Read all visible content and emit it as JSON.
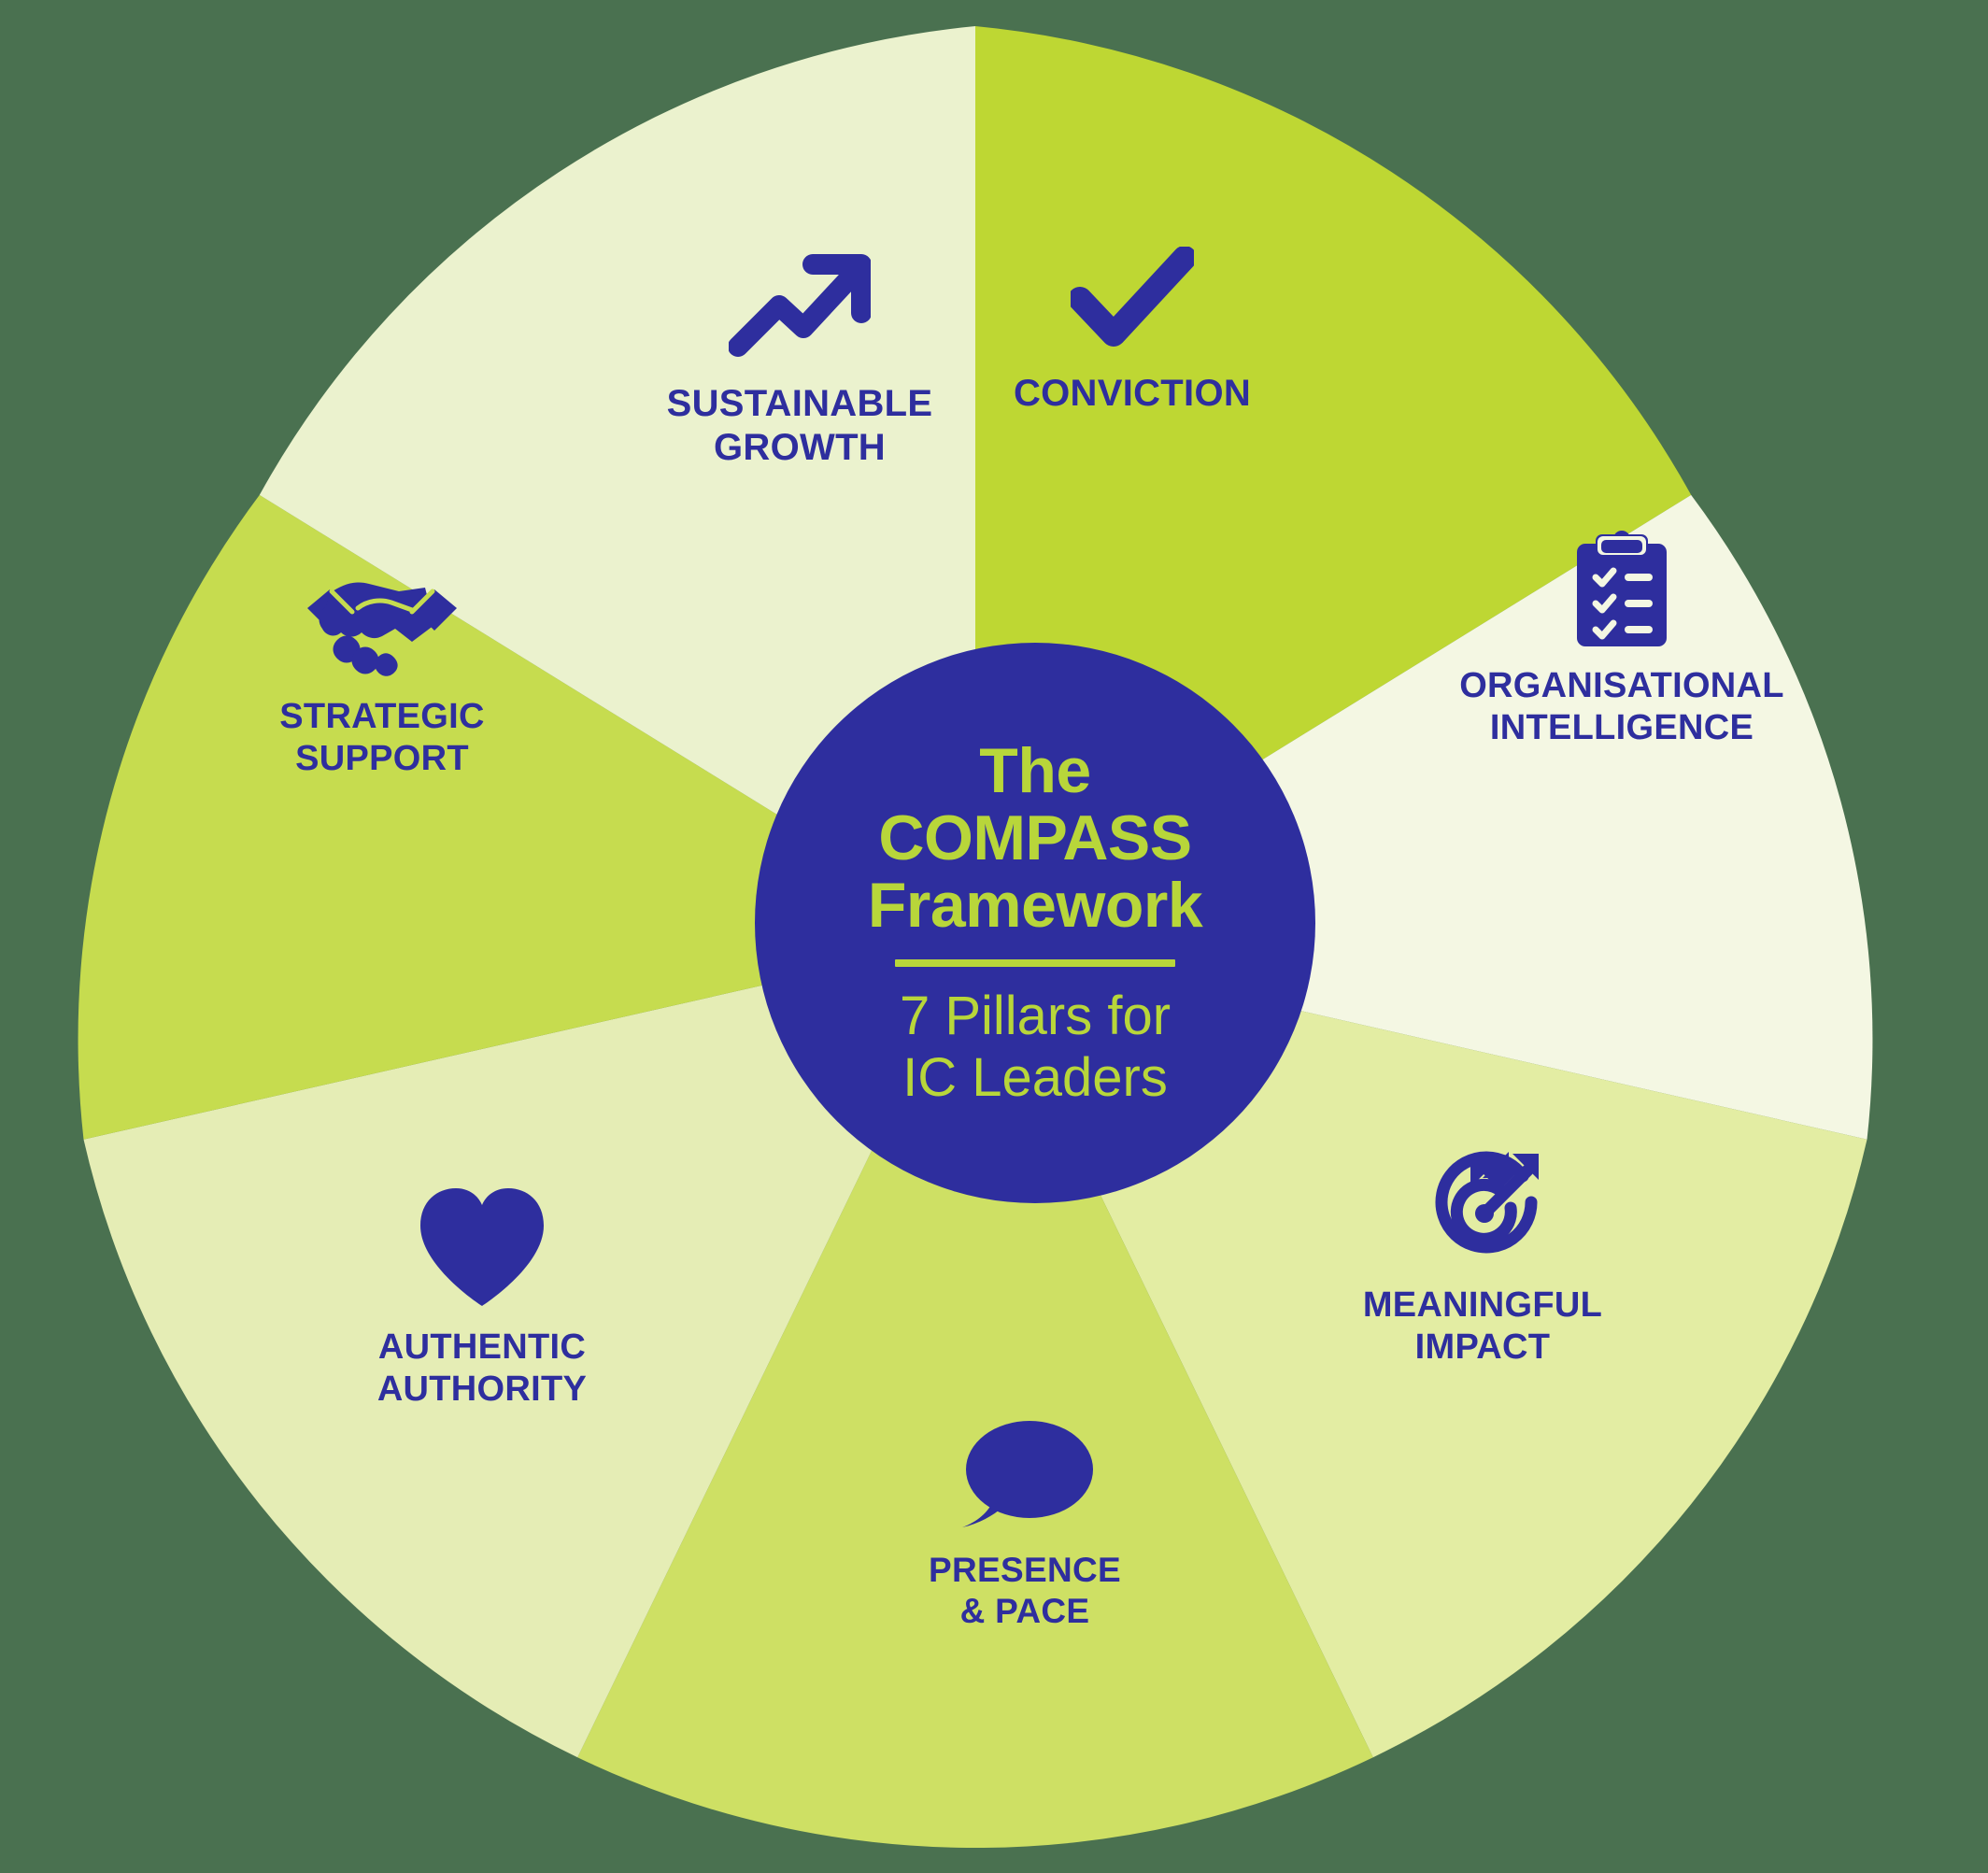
{
  "background_color": "#4a7150",
  "accent_navy": "#2e2e9e",
  "accent_lime": "#b8d63a",
  "hub": {
    "title": "The\nCOMPASS\nFramework",
    "subtitle": "7 Pillars for\nIC Leaders"
  },
  "wheel": {
    "segments": [
      {
        "id": "conviction",
        "label": "CONVICTION",
        "icon": "check-icon",
        "color": "#bed733"
      },
      {
        "id": "orgintel",
        "label": "ORGANISATIONAL\nINTELLIGENCE",
        "icon": "clipboard-list-icon",
        "color": "#f4f7e3"
      },
      {
        "id": "impact",
        "label": "MEANINGFUL\nIMPACT",
        "icon": "target-arrow-icon",
        "color": "#e3eda3"
      },
      {
        "id": "presence",
        "label": "PRESENCE\n& PACE",
        "icon": "speech-bubble-icon",
        "color": "#cee064"
      },
      {
        "id": "authority",
        "label": "AUTHENTIC\nAUTHORITY",
        "icon": "heart-icon",
        "color": "#e5edb5"
      },
      {
        "id": "strategic",
        "label": "STRATEGIC\nSUPPORT",
        "icon": "handshake-icon",
        "color": "#c6dc4f"
      },
      {
        "id": "growth",
        "label": "SUSTAINABLE\nGROWTH",
        "icon": "trending-up-icon",
        "color": "#ebf2ce"
      }
    ]
  }
}
